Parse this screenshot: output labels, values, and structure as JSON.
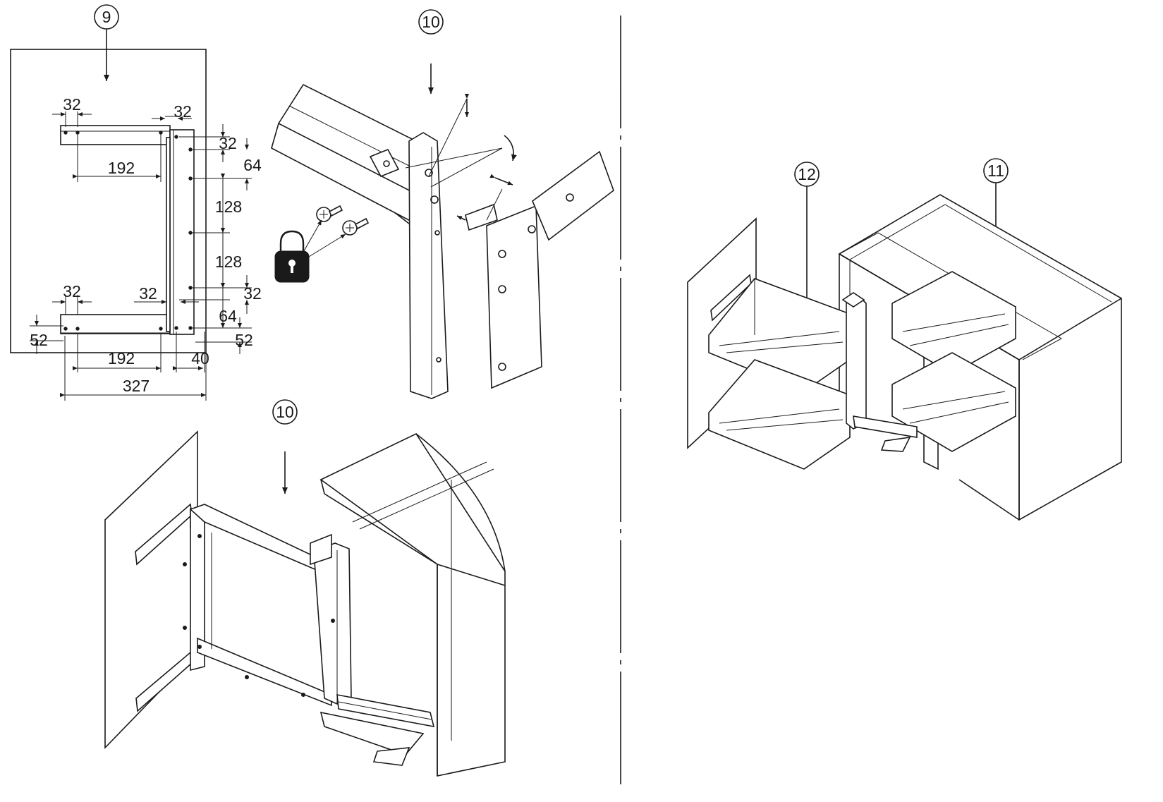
{
  "callouts": {
    "step9": "9",
    "step10_top": "10",
    "step10_bottom": "10",
    "step11": "11",
    "step12": "12"
  },
  "dimensions": {
    "top_left_32": "32",
    "top_right_32": "32",
    "side_top_32": "32",
    "side_64_top": "64",
    "top_192": "192",
    "side_128_a": "128",
    "side_128_b": "128",
    "bottom_left_32": "32",
    "bottom_mid_32": "32",
    "side_bottom_32": "32",
    "side_64_bottom": "64",
    "left_52": "52",
    "right_52": "52",
    "bottom_192": "192",
    "right_40": "40",
    "overall_327": "327"
  },
  "icons": {
    "lock": "padlock-icon",
    "screws": "screw-icon",
    "adjust_vertical": "double-arrow-vertical-icon",
    "adjust_rotate": "curved-arrow-icon",
    "adjust_horizontal": "double-arrow-horizontal-icon"
  },
  "colors": {
    "ink": "#1a1a1a",
    "paper": "#ffffff"
  }
}
